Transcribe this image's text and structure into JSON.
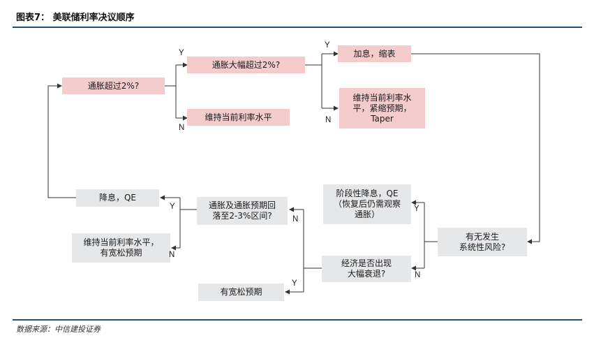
{
  "header": {
    "title": "图表7：  美联储利率决议顺序"
  },
  "footer": {
    "source": "数据来源：中信建投证券"
  },
  "nodes": {
    "inflation_over_2": "通胀超过2%?",
    "inflation_far_over_2": "通胀大幅超过2%?",
    "hold_rate_1": "维持当前利率水平",
    "hike_qt": "加息，缩表",
    "hold_tighten_taper": [
      "维持当前利率水",
      "平，紧缩预期，",
      "Taper"
    ],
    "systemic_risk": [
      "有无发生",
      "系统性风险?"
    ],
    "phased_cut_qe": [
      "阶段性降息，QE",
      "（恢复后仍需观察",
      "通胀）"
    ],
    "recession": [
      "经济是否出现",
      "大幅衰退?"
    ],
    "inflation_back": [
      "通胀及通胀预期回",
      "落至2-3%区间?"
    ],
    "cut_qe": "降息，QE",
    "hold_rate_easing": [
      "维持当前利率水平，",
      "有宽松预期"
    ],
    "easing_expect": "有宽松预期"
  },
  "labels": {
    "yes": "Y",
    "no": "N"
  },
  "colors": {
    "line": "#333333",
    "pink": "#f4cccc",
    "gray": "#e6e7e9",
    "rule": "#1f4e79"
  }
}
